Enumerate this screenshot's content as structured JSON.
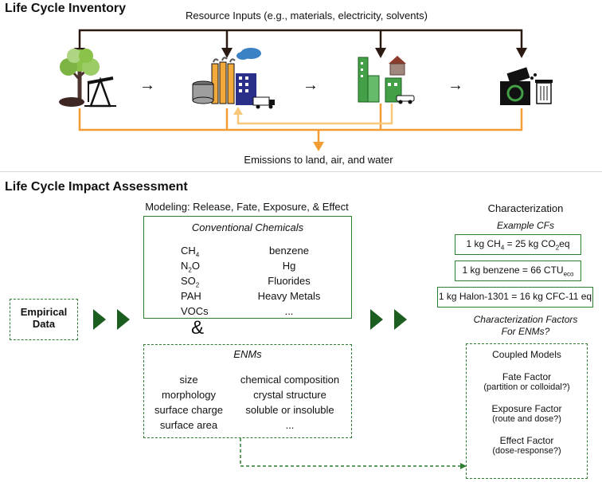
{
  "lci": {
    "title": "Life Cycle Inventory",
    "inputs_label": "Resource Inputs (e.g., materials, electricity, solvents)",
    "emissions_label": "Emissions to land, air, and water",
    "stage_icons": [
      "raw-materials-icon",
      "manufacturing-icon",
      "use-phase-icon",
      "end-of-life-icon"
    ],
    "stage_arrow": "→",
    "colors": {
      "input_arrows": "#2b1a12",
      "emission_lines": "#f39c35",
      "recycle_arrow": "#f7c77a"
    }
  },
  "lcia": {
    "title": "Life Cycle Impact Assessment",
    "empirical": {
      "line1": "Empirical",
      "line2": "Data"
    },
    "modeling_label": "Modeling: Release, Fate, Exposure, & Effect",
    "conventional": {
      "title": "Conventional Chemicals",
      "left": [
        {
          "base": "CH",
          "sub": "4",
          "tail": ""
        },
        {
          "base": "N",
          "sub": "2",
          "tail": "O"
        },
        {
          "base": "SO",
          "sub": "2",
          "tail": ""
        },
        {
          "base": "PAH",
          "sub": "",
          "tail": ""
        },
        {
          "base": "VOCs",
          "sub": "",
          "tail": ""
        }
      ],
      "right": [
        "benzene",
        "Hg",
        "Fluorides",
        "Heavy Metals",
        "..."
      ]
    },
    "ampersand": "&",
    "enms": {
      "title": "ENMs",
      "left": [
        "size",
        "morphology",
        "surface charge",
        "surface area"
      ],
      "right": [
        "chemical composition",
        "crystal structure",
        "soluble or insoluble",
        "..."
      ]
    },
    "characterization": {
      "title": "Characterization",
      "example_label": "Example CFs",
      "cf1": {
        "a": "1 kg CH",
        "a_sub": "4",
        "b": " = 25 kg CO",
        "b_sub": "2",
        "c": "eq"
      },
      "cf2": {
        "a": "1 kg benzene = 66 CTU",
        "a_sub": "eco"
      },
      "cf3": "1 kg Halon-1301 = 16 kg CFC-11 eq",
      "question_line1": "Characterization Factors",
      "question_line2": "For ENMs?",
      "coupled": {
        "title": "Coupled Models",
        "fate": "Fate Factor",
        "fate_q": "(partition or colloidal?)",
        "exposure": "Exposure Factor",
        "exposure_q": "(route and dose?)",
        "effect": "Effect Factor",
        "effect_q": "(dose-response?)"
      }
    },
    "colors": {
      "green_arrows": "#1b5e20",
      "box_border": "#2e7d32"
    }
  }
}
